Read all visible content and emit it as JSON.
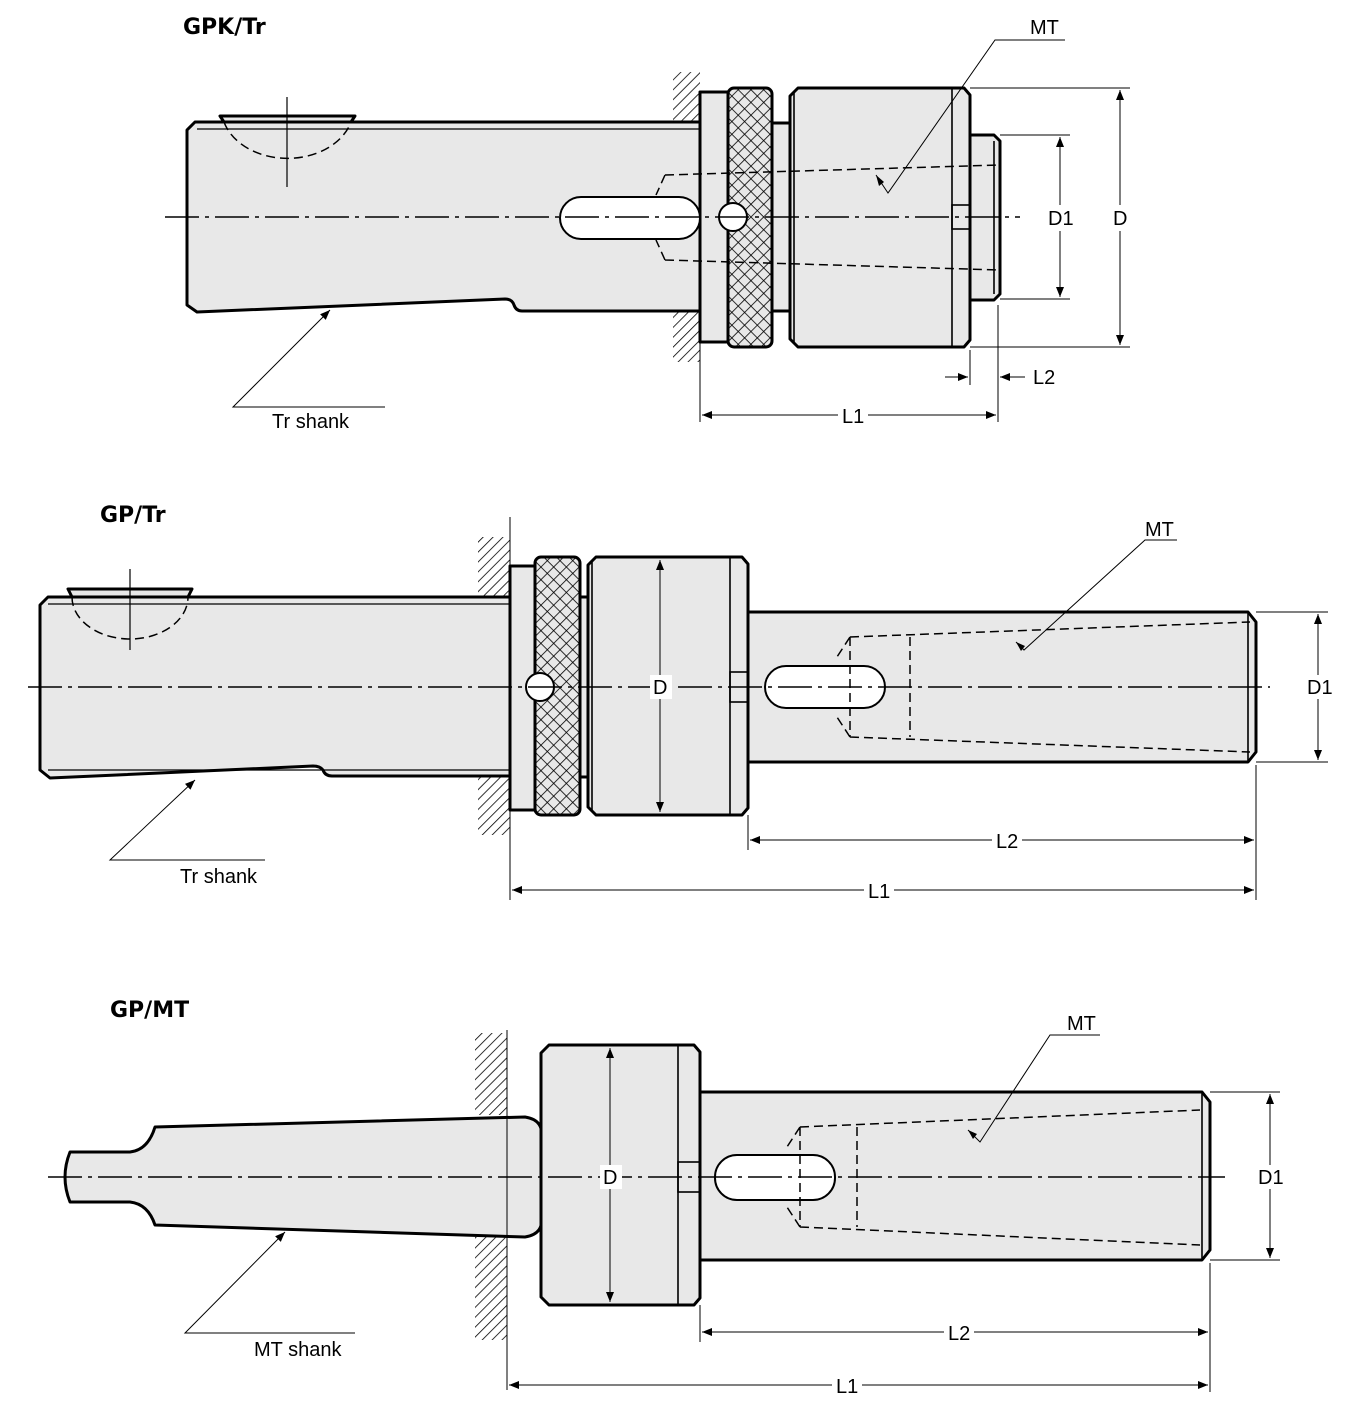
{
  "colors": {
    "body_fill": "#e8e8e8",
    "line": "#000000"
  },
  "diagrams": [
    {
      "title": "GPK/Tr",
      "taper_label": "MT",
      "shank_label": "Tr shank",
      "dims": {
        "d": "D",
        "d1": "D1",
        "l1": "L1",
        "l2": "L2"
      }
    },
    {
      "title": "GP/Tr",
      "taper_label": "MT",
      "shank_label": "Tr shank",
      "dims": {
        "d": "D",
        "d1": "D1",
        "l1": "L1",
        "l2": "L2"
      }
    },
    {
      "title": "GP/MT",
      "taper_label": "MT",
      "shank_label": "MT shank",
      "dims": {
        "d": "D",
        "d1": "D1",
        "l1": "L1",
        "l2": "L2"
      }
    }
  ]
}
